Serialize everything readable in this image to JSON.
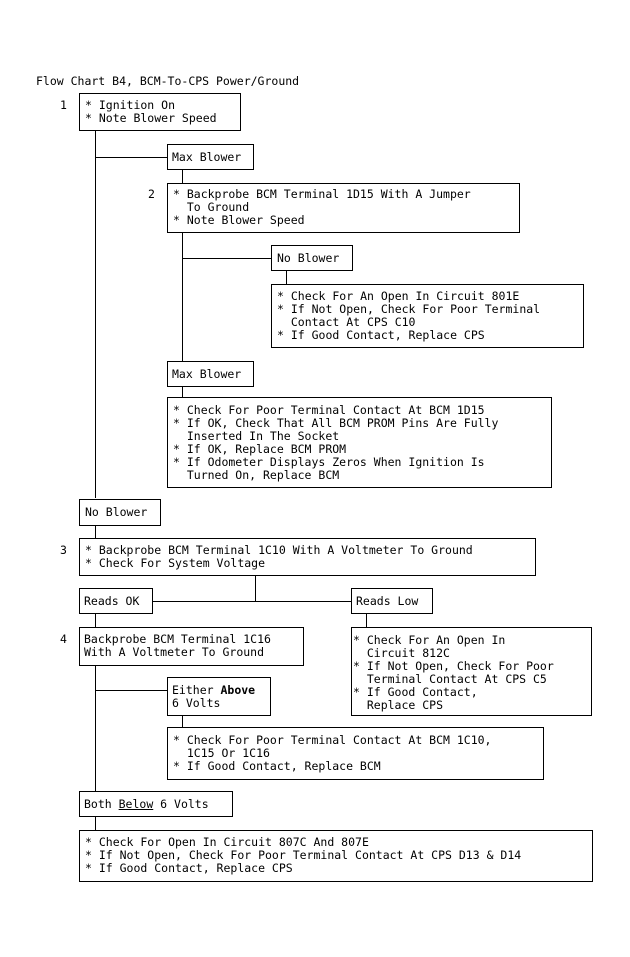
{
  "title": "Flow Chart B4, BCM-To-CPS Power/Ground",
  "steps": {
    "s1": {
      "num": "1",
      "lines": [
        "* Ignition On",
        "* Note Blower Speed"
      ]
    },
    "s2": {
      "num": "2",
      "lines": [
        "* Backprobe BCM Terminal 1D15 With A Jumper",
        "  To Ground",
        "* Note Blower Speed"
      ]
    },
    "s3": {
      "num": "3",
      "lines": [
        "* Backprobe BCM Terminal 1C10 With A Voltmeter To Ground",
        "* Check For System Voltage"
      ]
    },
    "s4": {
      "num": "4",
      "lines": [
        "Backprobe BCM Terminal 1C16",
        "With A Voltmeter To Ground"
      ]
    }
  },
  "labels": {
    "max_blower_1": "Max Blower",
    "no_blower_inner": "No Blower",
    "max_blower_2": "Max Blower",
    "no_blower_outer": "No Blower",
    "reads_ok": "Reads OK",
    "reads_low": "Reads Low",
    "either_above": {
      "pre": "Either ",
      "emph": "Above",
      "line2": "6 Volts"
    },
    "both_below": {
      "pre": "Both ",
      "emph": "Below",
      "post": " 6 Volts"
    }
  },
  "results": {
    "open_801e": [
      "* Check For An Open In Circuit 801E",
      "* If Not Open, Check For Poor Terminal",
      "  Contact At CPS C10",
      "* If Good Contact, Replace CPS"
    ],
    "bcm_1d15": [
      "* Check For Poor Terminal Contact At BCM 1D15",
      "* If OK, Check That All BCM PROM Pins Are Fully",
      "  Inserted In The Socket",
      "* If OK, Replace BCM PROM",
      "* If Odometer Displays Zeros When Ignition Is",
      "  Turned On, Replace BCM"
    ],
    "open_812c": [
      "* Check For An Open In",
      "  Circuit 812C",
      "* If Not Open, Check For Poor",
      "  Terminal Contact At CPS C5",
      "* If Good Contact,",
      "  Replace CPS"
    ],
    "bcm_1c10": [
      "* Check For Poor Terminal Contact At BCM 1C10,",
      "  1C15 Or 1C16",
      "* If Good Contact, Replace BCM"
    ],
    "open_807": [
      "* Check For Open In Circuit 807C And 807E",
      "* If Not Open, Check For Poor Terminal Contact At CPS D13 & D14",
      "* If Good Contact, Replace CPS"
    ]
  }
}
